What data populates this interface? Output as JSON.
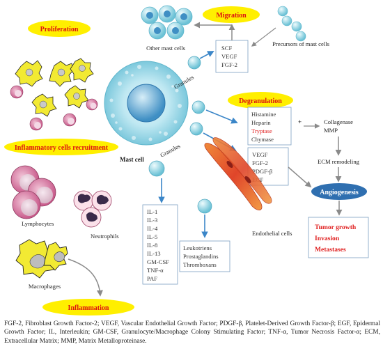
{
  "labels": {
    "proliferation": "Proliferation",
    "migration": "Migration",
    "degranulation": "Degranulation",
    "inflammatory_recruitment": "Inflammatory cells recruitment",
    "inflammation": "Inflammation",
    "angiogenesis": "Angiogenesis",
    "other_mast_cells": "Other mast cells",
    "precursors": "Precursors of mast cells",
    "mast_cell": "Mast cell",
    "granules_top": "Granules",
    "granules_bottom": "Granules",
    "lymphocytes": "Lymphocytes",
    "neutrophils": "Neutrophils",
    "macrophages": "Macrophages",
    "endothelial": "Endothelial cells",
    "collagenase": "Collagenase",
    "mmp": "MMP",
    "ecm": "ECM remodeling",
    "plus": "+"
  },
  "boxes": {
    "growth_factors": [
      "SCF",
      "VEGF",
      "FGF-2"
    ],
    "granule_contents": [
      "Histamine",
      "Heparin",
      "Tryptase",
      "Chymase"
    ],
    "angio_factors": [
      "VEGF",
      "FGF-2",
      "PDGF-β",
      "EGF"
    ],
    "cytokines": [
      "IL-1",
      "IL-3",
      "IL-4",
      "IL-5",
      "IL-8",
      "IL-13",
      "GM-CSF",
      "TNF-α",
      "PAF"
    ],
    "lipids": [
      "Leukotriens",
      "Prostaglandins",
      "Thromboxans"
    ],
    "tumor": [
      "Tumor growth",
      "Invasion",
      "Metastases"
    ]
  },
  "colors": {
    "oval_yellow": "#ffef00",
    "oval_text_red": "#dd1111",
    "angiogenesis_blue": "#2f6fb0",
    "arrow_blue": "#3b86c8",
    "arrow_gray": "#8a8a8a",
    "tryptase_red": "#e02020"
  },
  "caption": "FGF-2, Fibroblast Growth Factor-2; VEGF, Vascular Endothelial Growth Factor; PDGF-β, Platelet-Derived Growth Factor-β; EGF, Epidermal Growth Factor; IL, Interleukin; GM-CSF, Granulocyte/Macrophage Colony Stimulating Factor; TNF-α, Tumor Necrosis Factor-α; ECM, Extracellular Matrix; MMP, Matrix Metalloproteinase."
}
